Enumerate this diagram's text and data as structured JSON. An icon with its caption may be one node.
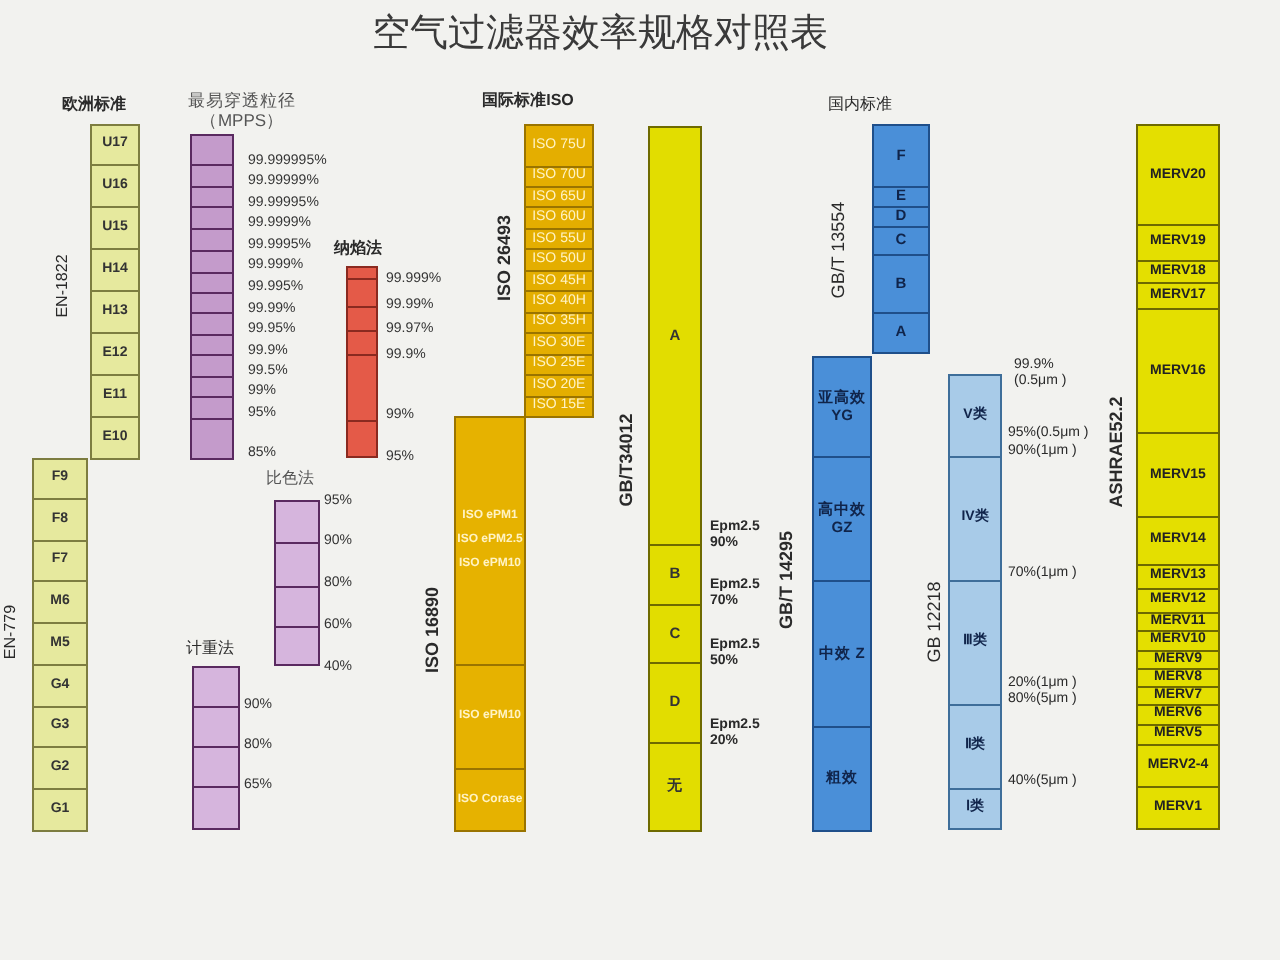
{
  "diagram": {
    "title": "空气过滤器效率规格对照表",
    "nodes": [
      {
        "text": [
          "U17"
        ]
      },
      {
        "text": [
          "U16"
        ]
      },
      {
        "text": [
          "U15"
        ]
      },
      {
        "text": [
          "H14"
        ]
      },
      {
        "text": [
          "H13"
        ]
      },
      {
        "text": [
          "E12"
        ]
      },
      {
        "text": [
          "E11"
        ]
      },
      {
        "text": [
          "E10"
        ]
      },
      {
        "text": [
          "F9"
        ]
      },
      {
        "text": [
          "F8"
        ]
      },
      {
        "text": [
          "F7"
        ]
      },
      {
        "text": [
          "M6"
        ]
      },
      {
        "text": [
          "M5"
        ]
      },
      {
        "text": [
          "G4"
        ]
      },
      {
        "text": [
          "G3"
        ]
      },
      {
        "text": [
          "G2"
        ]
      },
      {
        "text": [
          "G1"
        ]
      },
      {
        "text": [],
        "shape": "bar",
        "beside": [
          "99.999995%",
          "99.99999%",
          "99.99995%",
          "99.9999%",
          "99.9995%",
          "99.999%",
          "99.995%",
          "99.99%",
          "99.95%",
          "99.9%",
          "99.5%",
          "99%",
          "95%",
          "85%"
        ]
      },
      {
        "text": [],
        "shape": "bar",
        "beside": [
          "99.999%",
          "99.99%",
          "99.97%",
          "99.9%",
          "99%",
          "95%"
        ]
      },
      {
        "text": [],
        "shape": "bar",
        "beside": [
          "95%",
          "90%",
          "80%",
          "60%",
          "40%"
        ]
      },
      {
        "text": [],
        "shape": "bar",
        "beside": [
          "90%",
          "80%",
          "65%"
        ]
      },
      {
        "text": [
          "ISO 75U"
        ]
      },
      {
        "text": [
          "ISO 70U"
        ]
      },
      {
        "text": [
          "ISO 65U"
        ]
      },
      {
        "text": [
          "ISO 60U"
        ]
      },
      {
        "text": [
          "ISO 55U"
        ]
      },
      {
        "text": [
          "ISO 50U"
        ]
      },
      {
        "text": [
          "ISO 45H"
        ]
      },
      {
        "text": [
          "ISO 40H"
        ]
      },
      {
        "text": [
          "ISO 35H"
        ]
      },
      {
        "text": [
          "ISO 30E"
        ]
      },
      {
        "text": [
          "ISO 25E"
        ]
      },
      {
        "text": [
          "ISO 20E"
        ]
      },
      {
        "text": [
          "ISO 15E"
        ]
      },
      {
        "text": [
          "ISO ePM1",
          "ISO ePM2.5",
          "ISO ePM10"
        ]
      },
      {
        "text": [
          "ISO ePM10"
        ]
      },
      {
        "text": [
          "ISO Corase"
        ]
      },
      {
        "text": [
          "A"
        ]
      },
      {
        "text": [
          "B"
        ]
      },
      {
        "text": [
          "C"
        ]
      },
      {
        "text": [
          "D"
        ]
      },
      {
        "text": [
          "无"
        ]
      },
      {
        "text": [
          "F"
        ]
      },
      {
        "text": [
          "E"
        ]
      },
      {
        "text": [
          "D"
        ]
      },
      {
        "text": [
          "C"
        ]
      },
      {
        "text": [
          "B"
        ]
      },
      {
        "text": [
          "A"
        ]
      },
      {
        "text": [
          "亚高效 YG"
        ]
      },
      {
        "text": [
          "高中效 GZ"
        ]
      },
      {
        "text": [
          "中效 Z"
        ]
      },
      {
        "text": [
          "粗效"
        ]
      },
      {
        "text": [
          "V类"
        ]
      },
      {
        "text": [
          "IV类"
        ]
      },
      {
        "text": [
          "Ⅲ类"
        ]
      },
      {
        "text": [
          "Ⅱ类"
        ]
      },
      {
        "text": [
          "Ⅰ类"
        ]
      },
      {
        "text": [
          "MERV20"
        ]
      },
      {
        "text": [
          "MERV19"
        ]
      },
      {
        "text": [
          "MERV18"
        ]
      },
      {
        "text": [
          "MERV17"
        ]
      },
      {
        "text": [
          "MERV16"
        ]
      },
      {
        "text": [
          "MERV15"
        ]
      },
      {
        "text": [
          "MERV14"
        ]
      },
      {
        "text": [
          "MERV13"
        ]
      },
      {
        "text": [
          "MERV12"
        ]
      },
      {
        "text": [
          "MERV11"
        ]
      },
      {
        "text": [
          "MERV10"
        ]
      },
      {
        "text": [
          "MERV9"
        ]
      },
      {
        "text": [
          "MERV8"
        ]
      },
      {
        "text": [
          "MERV7"
        ]
      },
      {
        "text": [
          "MERV6"
        ]
      },
      {
        "text": [
          "MERV5"
        ]
      },
      {
        "text": [
          "MERV2-4"
        ]
      },
      {
        "text": [
          "MERV1"
        ]
      }
    ],
    "labels": [
      "欧洲标准",
      "EN-1822",
      "EN-779",
      "最易穿透粒径（MPPS）",
      "纳焰法",
      "比色法",
      "计重法",
      "国际标准ISO",
      "ISO 26493",
      "ISO 16890",
      "GB/T34012",
      "Epm2.5 90%",
      "Epm2.5 70%",
      "Epm2.5 50%",
      "Epm2.5 20%",
      "国内标准",
      "GB/T 13554",
      "GB/T 14295",
      "GB 12218",
      "99.9% (0.5μm )",
      "95%(0.5μm )",
      "90%(1μm )",
      "70%(1μm )",
      "20%(1μm )",
      "80%(5μm )",
      "40%(5μm )",
      "ASHRAE52.2"
    ]
  }
}
